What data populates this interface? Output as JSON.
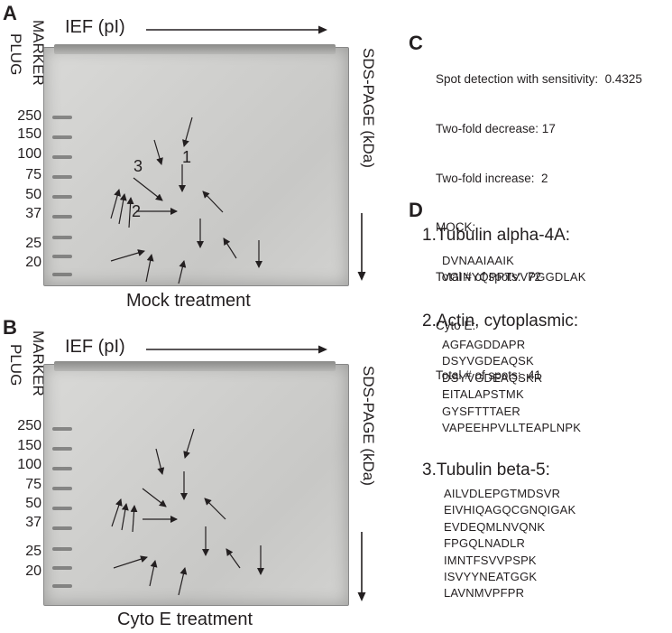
{
  "panel_a": {
    "letter": "A",
    "ief_label": "IEF (pI)",
    "marker_label": "MARKER",
    "plug_label": "PLUG",
    "sds_label": "SDS-PAGE (kDa)",
    "mw_markers": [
      "250",
      "150",
      "100",
      "75",
      "50",
      "37",
      "25",
      "20"
    ],
    "spot_labels": [
      "1",
      "2",
      "3"
    ],
    "caption": "Mock treatment"
  },
  "panel_b": {
    "letter": "B",
    "ief_label": "IEF (pI)",
    "marker_label": "MARKER",
    "plug_label": "PLUG",
    "sds_label": "SDS-PAGE (kDa)",
    "mw_markers": [
      "250",
      "150",
      "100",
      "75",
      "50",
      "37",
      "25",
      "20"
    ],
    "caption": "Cyto E treatment"
  },
  "panel_c": {
    "letter": "C",
    "lines": [
      "Spot detection with sensitivity:  0.4325",
      "Two-fold decrease: 17",
      "Two-fold increase:  2",
      "MOCK:",
      "Total # of spots:  72",
      "Cyto E:",
      "Total # of spots:  41"
    ]
  },
  "panel_d": {
    "letter": "D",
    "proteins": [
      {
        "number": "1.",
        "name": "Tubulin alpha-4A:",
        "peptides": [
          "DVNAAIAAIK",
          "VGINYQPPTVVPGGDLAK"
        ]
      },
      {
        "number": "2.",
        "name": "Actin, cytoplasmic:",
        "peptides": [
          "AGFAGDDAPR",
          "DSYVGDEAQSK",
          "DSYVGDEAQSKR",
          "EITALAPSTMK",
          "GYSFTTTAER",
          "VAPEEHPVLLTEAPLNPK"
        ]
      },
      {
        "number": "3.",
        "name": "Tubulin beta-5:",
        "peptides": [
          "AILVDLEPGTMDSVR",
          "EIVHIQAGQCGNQIGAK",
          "EVDEQMLNVQNK",
          "FPGQLNADLR",
          "IMNTFSVVPSPK",
          "ISVYYNEATGGK",
          "LAVNMVPFPR"
        ]
      }
    ]
  }
}
